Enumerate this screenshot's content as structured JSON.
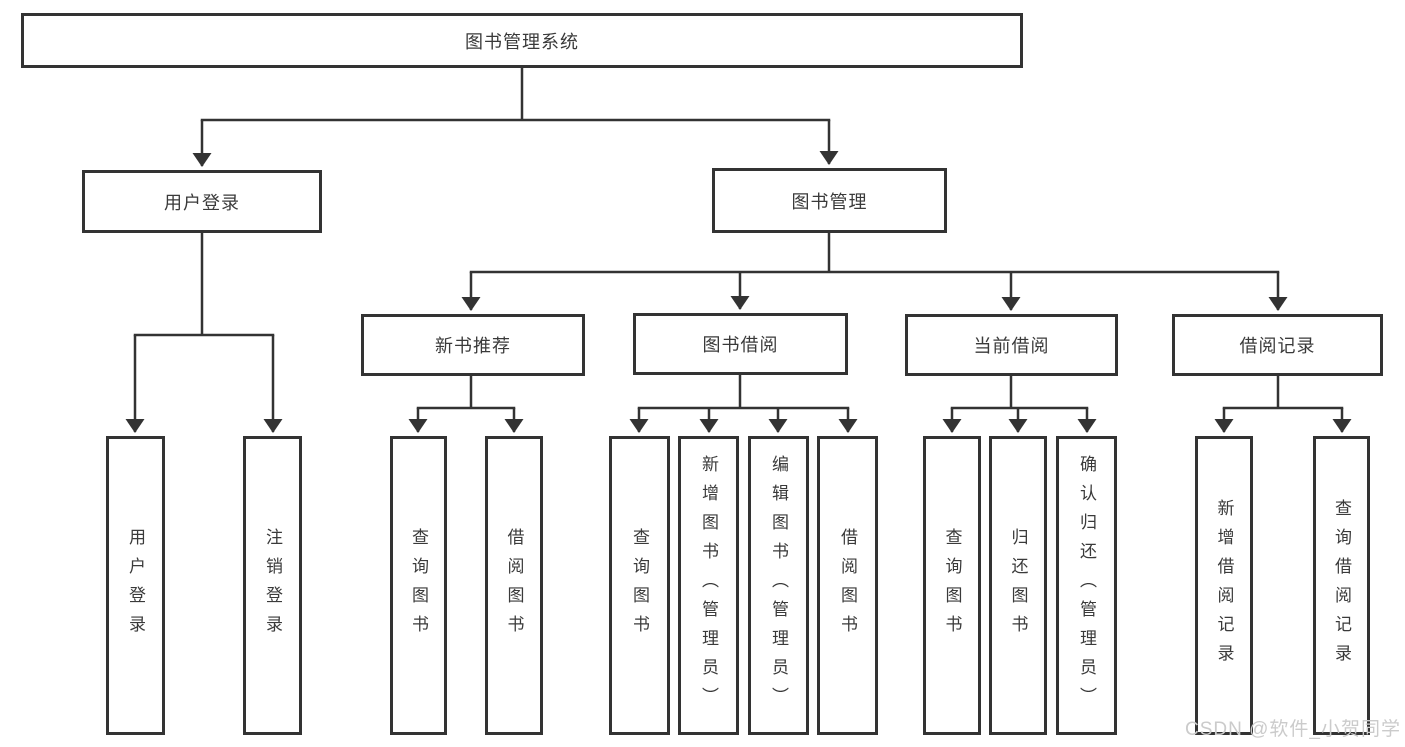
{
  "diagram_type": "hierarchy-tree",
  "tree": {
    "root": "图书管理系统",
    "branches": [
      {
        "label": "用户登录",
        "children": [
          "用户登录",
          "注销登录"
        ]
      },
      {
        "label": "图书管理",
        "sections": [
          {
            "label": "新书推荐",
            "children": [
              "查询图书",
              "借阅图书"
            ]
          },
          {
            "label": "图书借阅",
            "children": [
              "查询图书",
              "新增图书（管理员）",
              "编辑图书（管理员）",
              "借阅图书"
            ]
          },
          {
            "label": "当前借阅",
            "children": [
              "查询图书",
              "归还图书",
              "确认归还（管理员）"
            ]
          },
          {
            "label": "借阅记录",
            "children": [
              "新增借阅记录",
              "查询借阅记录"
            ]
          }
        ]
      }
    ]
  },
  "watermark": "CSDN @软件_小贺同学",
  "colors": {
    "line": "#333333",
    "node_border": "#333333",
    "node_text": "#3a3a3a",
    "background": "#ffffff",
    "watermark": "#cbcbcb"
  }
}
